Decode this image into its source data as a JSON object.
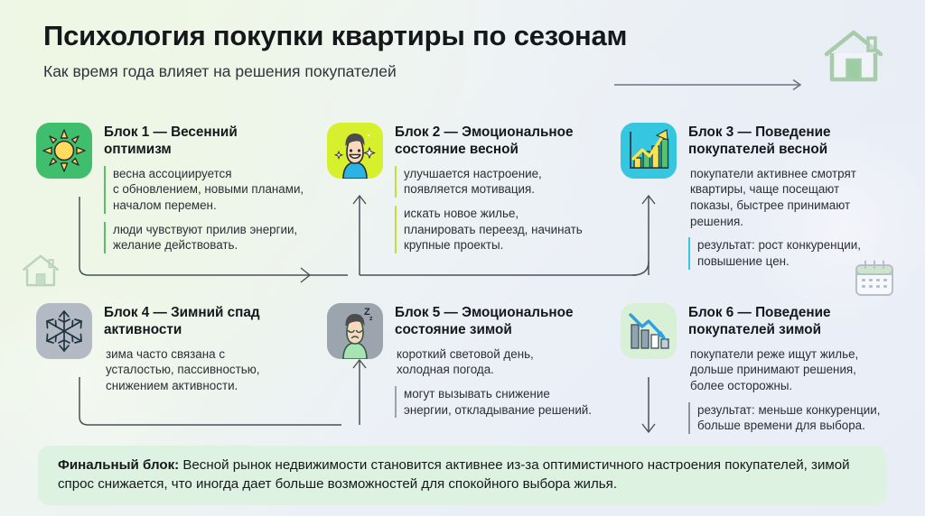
{
  "header": {
    "title": "Психология покупки квартиры по сезонам",
    "subtitle": "Как время года влияет на решения покупателей"
  },
  "decor": {
    "house_top": "house-icon",
    "house_left": "house-icon",
    "calendar": "calendar-icon",
    "arrow": "arrow-right-icon"
  },
  "colors": {
    "tile_spring_sun": "#3fbf6d",
    "tile_spring_face": "#d7f02e",
    "tile_spring_chart": "#35c6e0",
    "tile_winter_snow": "#b3bac4",
    "tile_winter_face": "#9ca4ad",
    "tile_winter_chart": "#d8f0d6",
    "final_bar": "#ddf2e0",
    "accent_green": "#5bbd6a",
    "accent_lime": "#c5dd3a",
    "accent_teal": "#35c6e0",
    "accent_grey": "#9aa3ad",
    "accent_slate": "#8a95a3"
  },
  "blocks": [
    {
      "id": "block-1",
      "icon": "sun-icon",
      "title": "Блок 1 — Весенний\nоптимизм",
      "notes": [
        {
          "text": "весна ассоциируется\nс обновлением, новыми планами,\nначалом перемен.",
          "accent": "#5bbd6a"
        },
        {
          "text": "люди чувствуют прилив энергии,\nжелание действовать.",
          "accent": "#5bbd6a"
        }
      ]
    },
    {
      "id": "block-2",
      "icon": "smiling-face-icon",
      "title": "Блок 2 — Эмоциональное\nсостояние весной",
      "notes": [
        {
          "text": "улучшается настроение,\nпоявляется мотивация.",
          "accent": "#c5dd3a"
        },
        {
          "text": "искать новое жилье,\nпланировать переезд, начинать\nкрупные проекты.",
          "accent": "#c5dd3a"
        }
      ]
    },
    {
      "id": "block-3",
      "icon": "chart-up-icon",
      "title": "Блок 3 — Поведение\nпокупателей весной",
      "notes": [
        {
          "text": "покупатели активнее смотрят\nквартиры, чаще посещают\nпоказы, быстрее принимают\nрешения.",
          "accent": "transparent"
        },
        {
          "text": "результат: рост конкуренции,\nповышение цен.",
          "accent": "#35c6e0"
        }
      ]
    },
    {
      "id": "block-4",
      "icon": "snowflake-icon",
      "title": "Блок 4 — Зимний спад\nактивности",
      "notes": [
        {
          "text": "зима часто связана с\nусталостью, пассивностью,\nснижением активности.",
          "accent": "transparent"
        }
      ]
    },
    {
      "id": "block-5",
      "icon": "sleeping-face-icon",
      "title": "Блок 5 — Эмоциональное\nсостояние зимой",
      "notes": [
        {
          "text": "короткий световой день,\nхолодная погода.",
          "accent": "transparent"
        },
        {
          "text": "могут вызывать снижение\nэнергии, откладывание решений.",
          "accent": "#9aa3ad"
        }
      ]
    },
    {
      "id": "block-6",
      "icon": "chart-down-icon",
      "title": "Блок 6 — Поведение\nпокупателей зимой",
      "notes": [
        {
          "text": "покупатели реже ищут жилье,\nдольше принимают решения,\nболее осторожны.",
          "accent": "transparent"
        },
        {
          "text": "результат: меньше конкуренции,\nбольше времени для выбора.",
          "accent": "#8a95a3"
        }
      ]
    }
  ],
  "final": {
    "label": "Финальный блок:",
    "text": " Весной рынок недвижимости становится активнее из-за оптимистичного настроения покупателей, зимой спрос снижается, что иногда дает больше возможностей для спокойного выбора жилья."
  }
}
